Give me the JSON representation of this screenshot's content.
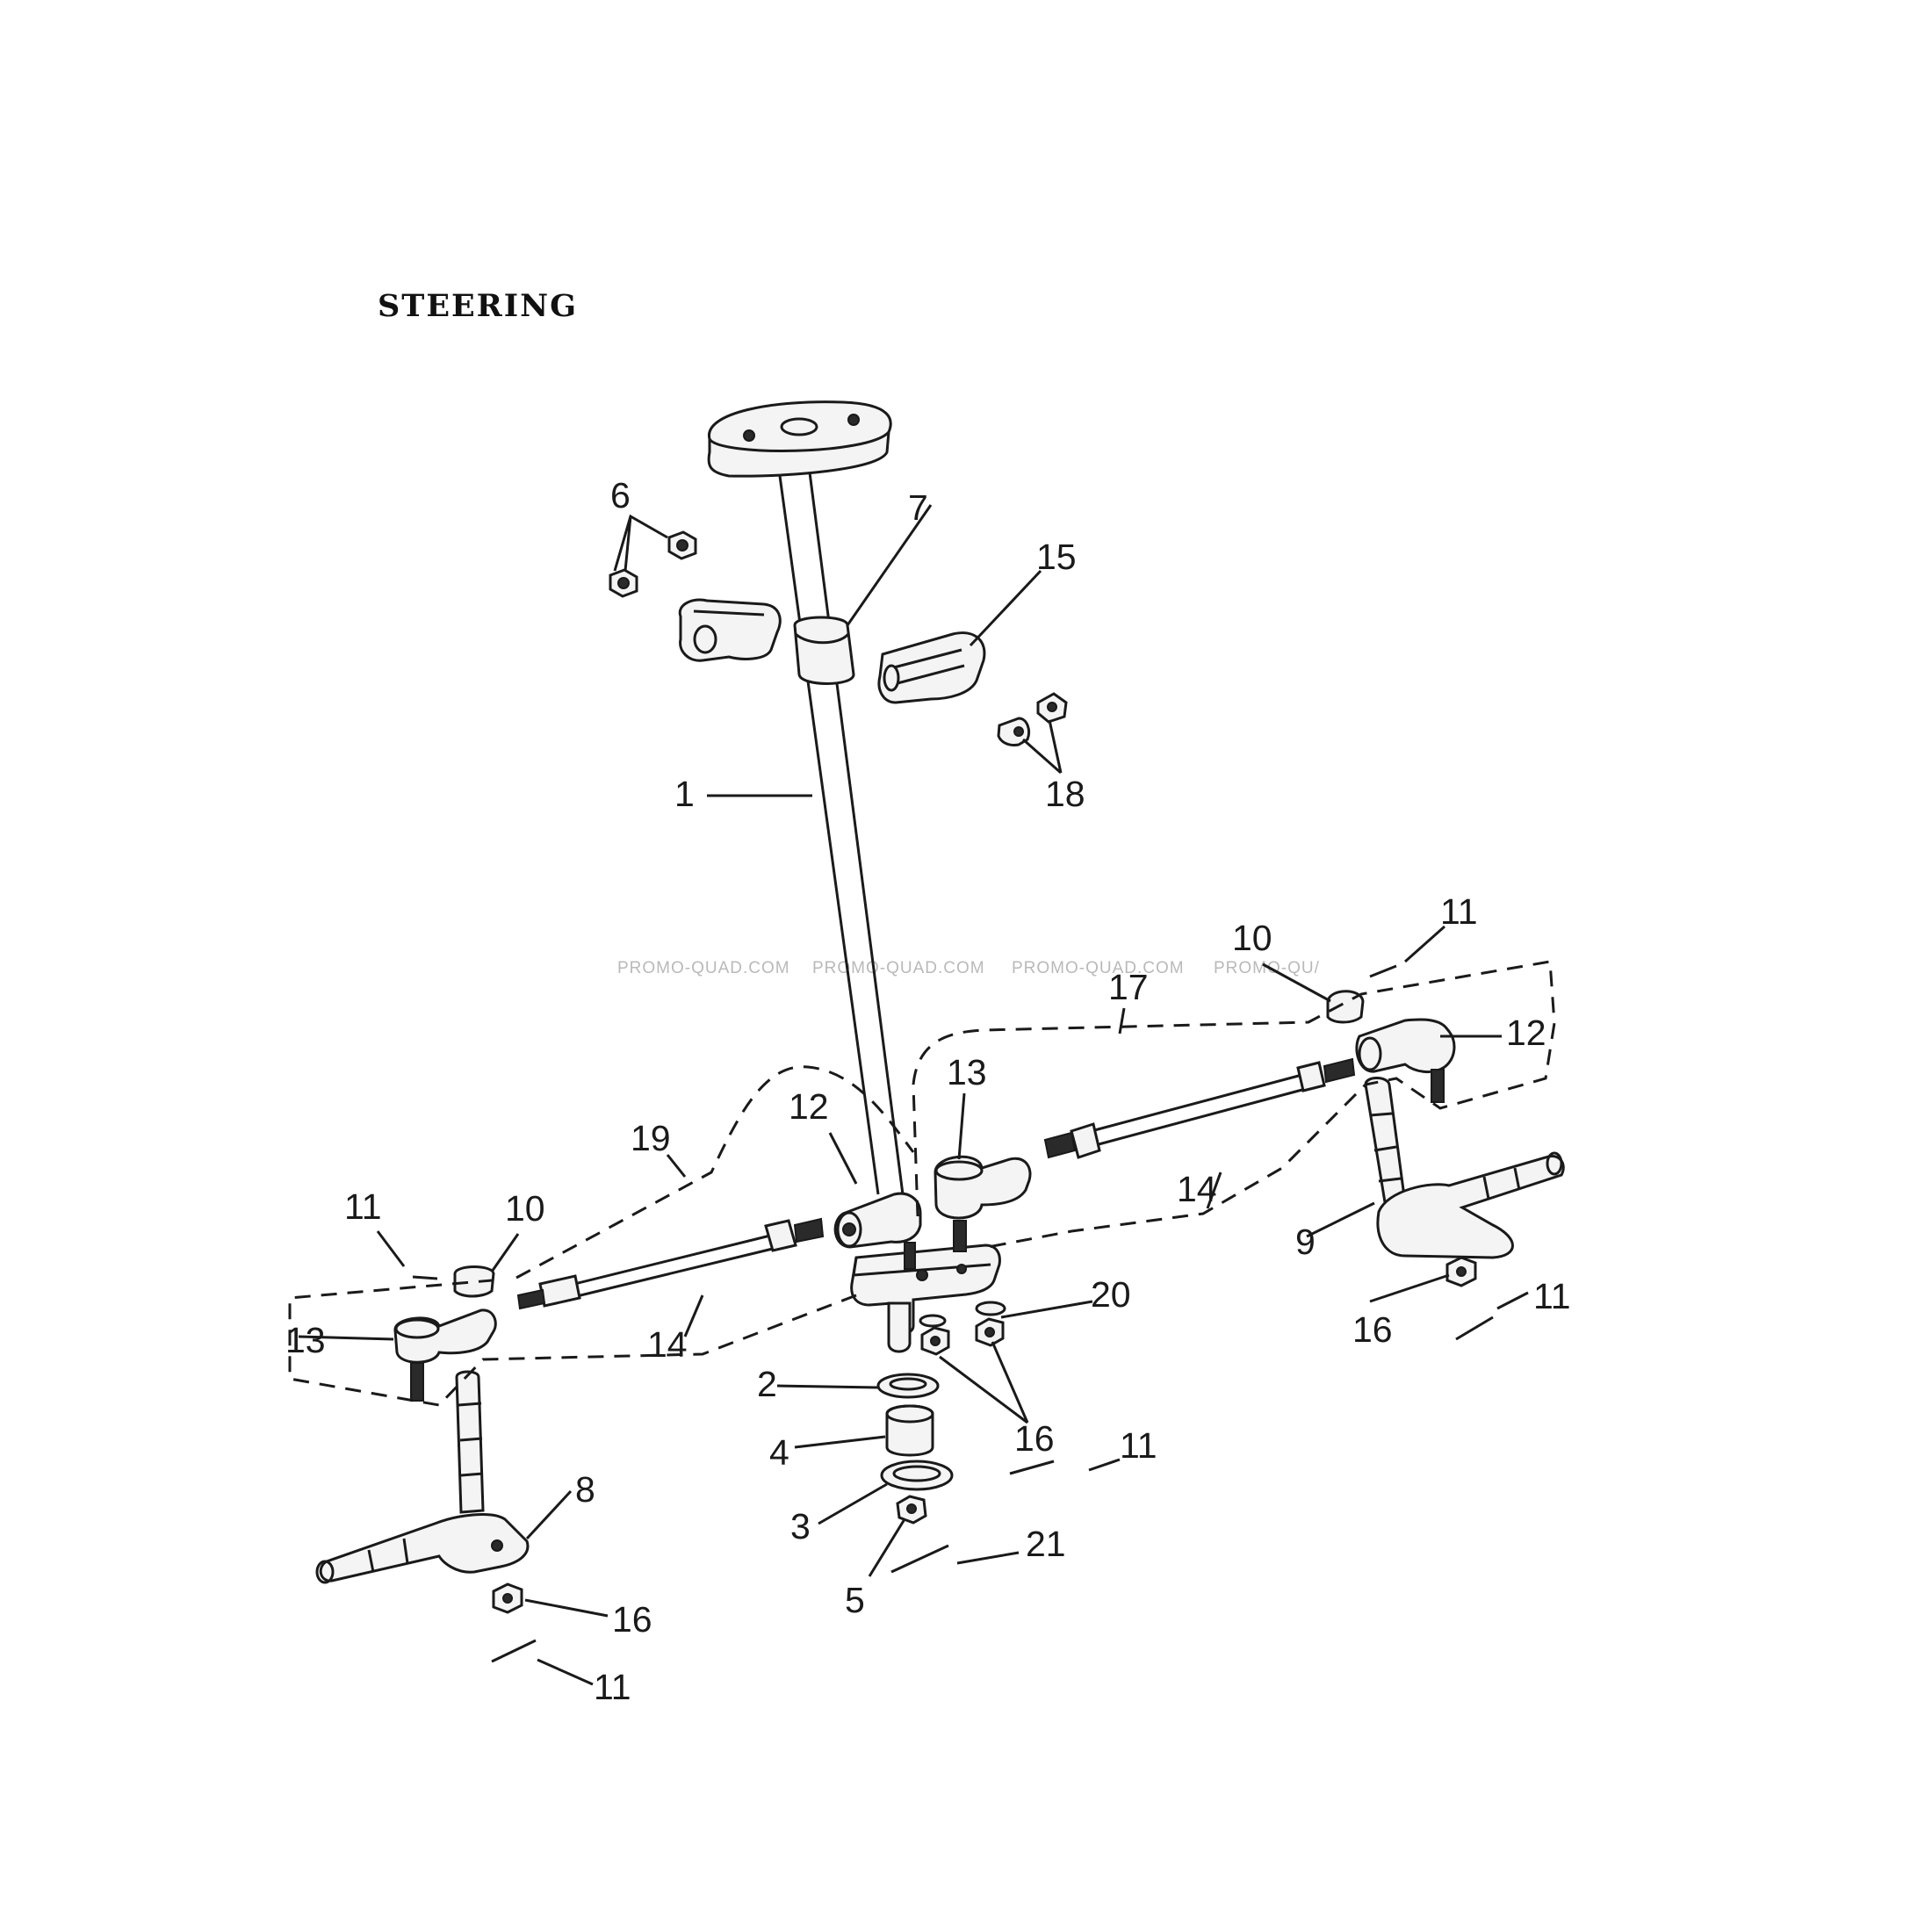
{
  "title": "STEERING",
  "watermarks": [
    "PROMO-QUAD.COM",
    "PROMO-QUAD.COM",
    "PROMO-QUAD.COM",
    "PROMO-QU/"
  ],
  "callouts": {
    "c1": "1",
    "c2": "2",
    "c3": "3",
    "c4": "4",
    "c5": "5",
    "c6": "6",
    "c7": "7",
    "c8": "8",
    "c9": "9",
    "c10a": "10",
    "c10b": "10",
    "c11a": "11",
    "c11b": "11",
    "c11c": "11",
    "c11d": "11",
    "c11e": "11",
    "c12a": "12",
    "c12b": "12",
    "c13a": "13",
    "c13b": "13",
    "c14a": "14",
    "c14b": "14",
    "c15": "15",
    "c16a": "16",
    "c16b": "16",
    "c16c": "16",
    "c17": "17",
    "c18": "18",
    "c19": "19",
    "c20": "20",
    "c21": "21"
  }
}
